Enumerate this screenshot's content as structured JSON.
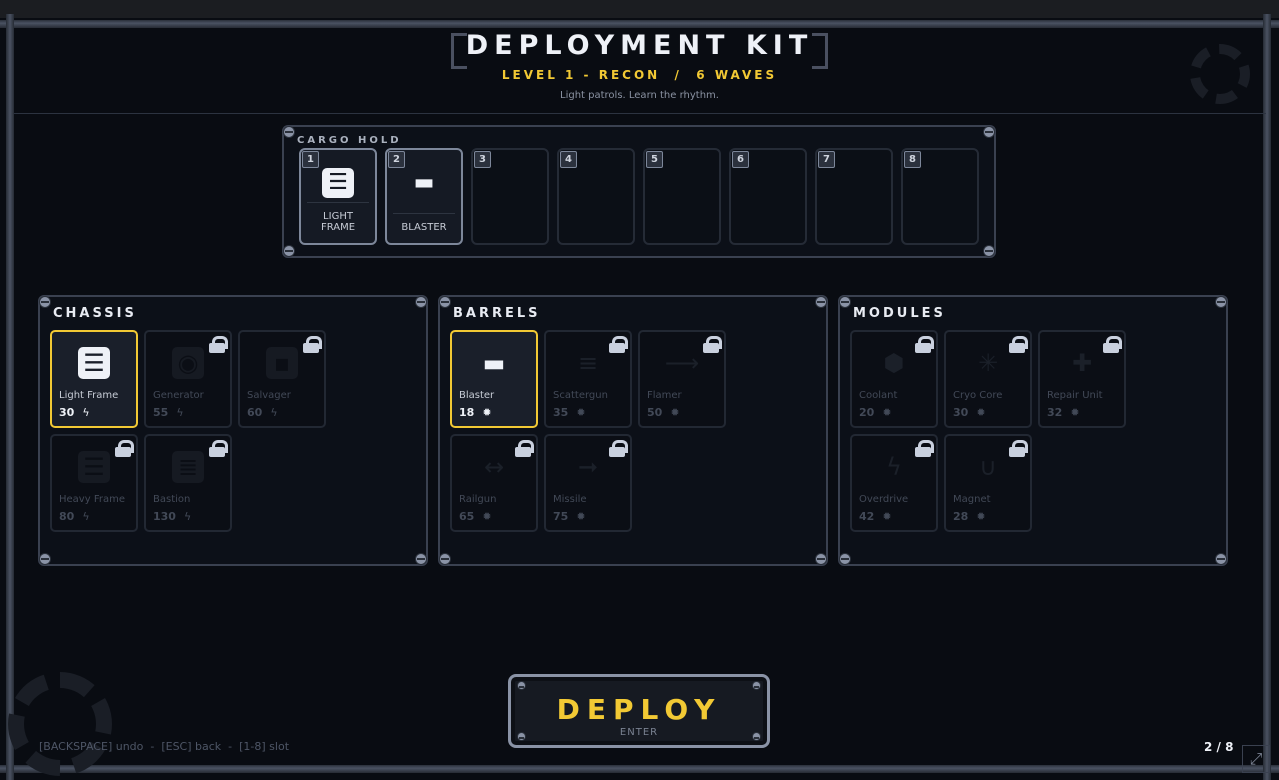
{
  "header": {
    "title": "DEPLOYMENT KIT",
    "subtitle": "LEVEL 1 - RECON  /  6 WAVES",
    "description": "Light patrols. Learn the rhythm."
  },
  "cargo": {
    "title": "CARGO HOLD",
    "slots": [
      {
        "num": "1",
        "label": "LIGHT FRAME",
        "icon": "frame-icon"
      },
      {
        "num": "2",
        "label": "BLASTER",
        "icon": "blaster-icon"
      },
      {
        "num": "3"
      },
      {
        "num": "4"
      },
      {
        "num": "5"
      },
      {
        "num": "6"
      },
      {
        "num": "7"
      },
      {
        "num": "8"
      }
    ]
  },
  "categories": [
    {
      "title": "CHASSIS",
      "cost_icon": "bolt-icon",
      "items": [
        {
          "name": "Light Frame",
          "cost": "30",
          "icon": "frame-icon",
          "selected": true,
          "locked": false
        },
        {
          "name": "Generator",
          "cost": "55",
          "icon": "generator-icon",
          "locked": true
        },
        {
          "name": "Salvager",
          "cost": "60",
          "icon": "salvager-icon",
          "locked": true
        },
        {
          "name": "Heavy Frame",
          "cost": "80",
          "icon": "heavy-frame-icon",
          "locked": true
        },
        {
          "name": "Bastion",
          "cost": "130",
          "icon": "bastion-icon",
          "locked": true
        }
      ]
    },
    {
      "title": "BARRELS",
      "cost_icon": "gear-icon",
      "items": [
        {
          "name": "Blaster",
          "cost": "18",
          "icon": "blaster-icon",
          "selected": true,
          "locked": false
        },
        {
          "name": "Scattergun",
          "cost": "35",
          "icon": "scattergun-icon",
          "locked": true
        },
        {
          "name": "Flamer",
          "cost": "50",
          "icon": "flamer-icon",
          "locked": true
        },
        {
          "name": "Railgun",
          "cost": "65",
          "icon": "railgun-icon",
          "locked": true
        },
        {
          "name": "Missile",
          "cost": "75",
          "icon": "missile-icon",
          "locked": true
        }
      ]
    },
    {
      "title": "MODULES",
      "cost_icon": "gear-icon",
      "items": [
        {
          "name": "Coolant",
          "cost": "20",
          "icon": "hexagon-icon",
          "locked": true
        },
        {
          "name": "Cryo Core",
          "cost": "30",
          "icon": "snowflake-icon",
          "locked": true
        },
        {
          "name": "Repair Unit",
          "cost": "32",
          "icon": "plus-icon",
          "locked": true
        },
        {
          "name": "Overdrive",
          "cost": "42",
          "icon": "lightning-icon",
          "locked": true
        },
        {
          "name": "Magnet",
          "cost": "28",
          "icon": "magnet-icon",
          "locked": true
        }
      ]
    }
  ],
  "deploy": {
    "label": "DEPLOY",
    "key": "ENTER"
  },
  "footer": {
    "hint": "[BACKSPACE] undo  -  [ESC] back  -  [1-8] slot",
    "page": "2 / 8"
  },
  "colors": {
    "accent": "#f2c934",
    "background": "#090c12"
  }
}
